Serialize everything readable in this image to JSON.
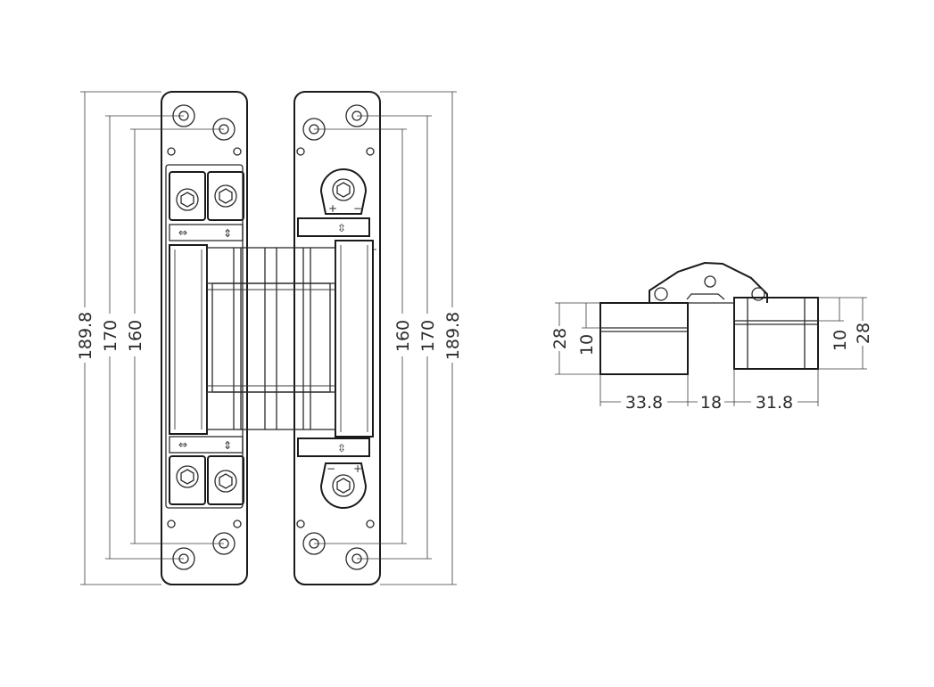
{
  "front_view": {
    "dims_left": [
      "189.8",
      "170",
      "160"
    ],
    "dims_right": [
      "160",
      "170",
      "189.8"
    ]
  },
  "side_view": {
    "dims_vertical_left": [
      "28",
      "10"
    ],
    "dims_vertical_right": [
      "10",
      "28"
    ],
    "dims_horizontal": [
      "33.8",
      "18",
      "31.8"
    ]
  },
  "symbols": {
    "horizontal_arrow": "⇔",
    "vertical_arrow": "⇕",
    "up_down_arrow": "⇳",
    "plus": "+",
    "minus": "−"
  }
}
